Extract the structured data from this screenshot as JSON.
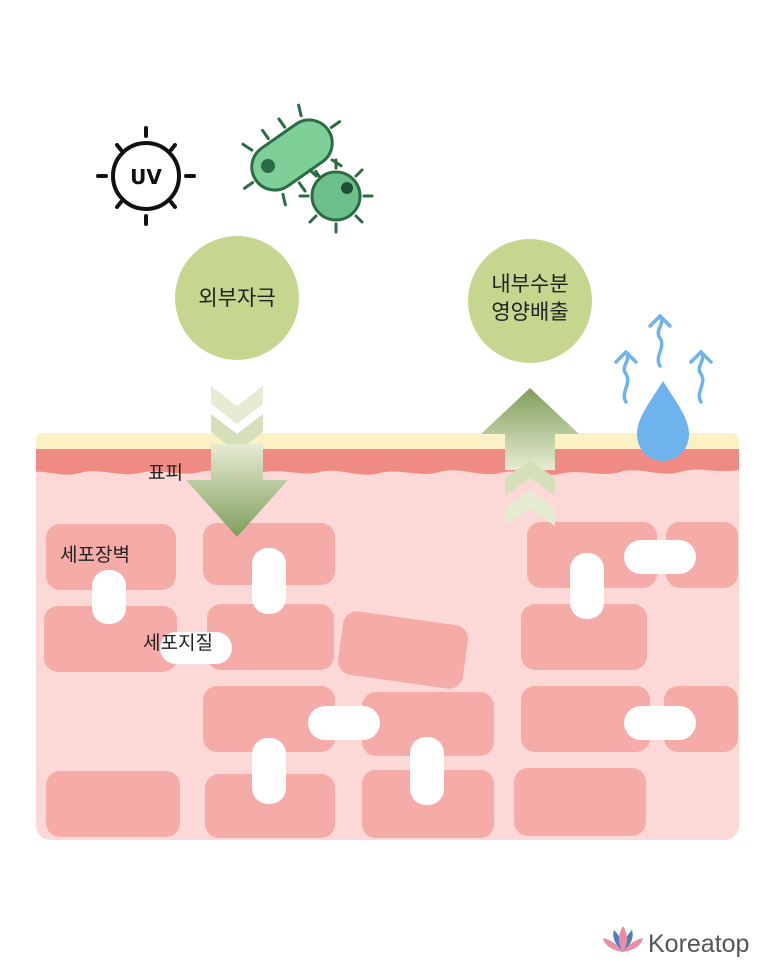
{
  "uv": {
    "label": "UV",
    "icon": "sun-icon"
  },
  "bacteria": {
    "icon": "bacteria-icon",
    "color": "#6cc08b"
  },
  "external": {
    "label": "외부자극",
    "color": "#c5d68e"
  },
  "internal": {
    "line1": "내부수분",
    "line2": "영양배출",
    "color": "#c5d68e"
  },
  "layers": {
    "epidermis": "표피",
    "cell_wall": "세포장벽",
    "cell_matrix": "세포지질"
  },
  "colors": {
    "skin": "#fcd8d6",
    "cell": "#f5aba7",
    "epidermis_red": "#f08b84",
    "surface_cream": "#fbf1c4",
    "arrow_green": "#7f9e5c",
    "water": "#6fb3ee"
  },
  "brand": {
    "name": "Koreatop",
    "icon": "lotus-icon"
  }
}
